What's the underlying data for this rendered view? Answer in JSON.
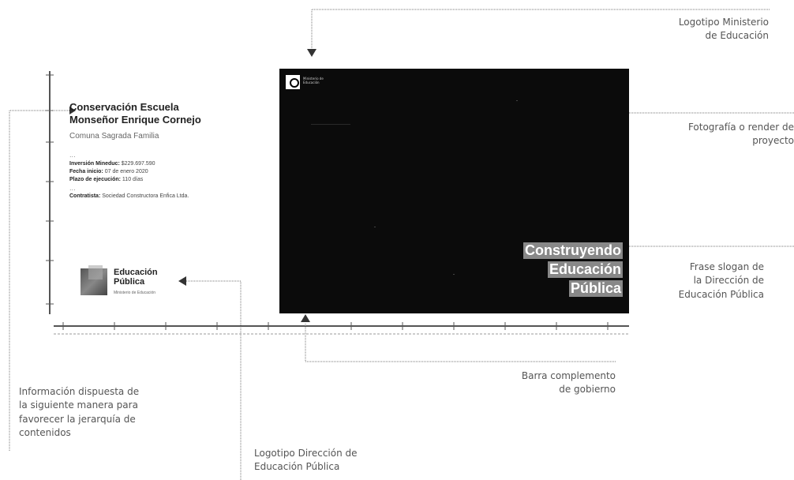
{
  "billboard": {
    "project_title_line1": "Conservación Escuela",
    "project_title_line2": "Monseñor Enrique Cornejo",
    "commune": "Comuna Sagrada Familia",
    "separator": "...",
    "investment_label": "Inversión Mineduc:",
    "investment_value": "$229.697.590",
    "start_label": "Fecha inicio:",
    "start_value": "07 de enero 2020",
    "term_label": "Plazo de ejecución:",
    "term_value": "110 días",
    "contractor_label": "Contratista:",
    "contractor_value": "Sociedad Constructora Enfica Ltda.",
    "logo_line1": "Educación",
    "logo_line2": "Pública",
    "logo_caption": "Ministerio de Educación",
    "gov_line1": "Ministerio de",
    "gov_line2": "Educación",
    "slogan_line1": "Construyendo",
    "slogan_line2": "Educación",
    "slogan_line3": "Pública"
  },
  "annotations": {
    "ministry_logo_line1": "Logotipo Ministerio",
    "ministry_logo_line2": "de Educación",
    "photo_line1": "Fotografía o render de",
    "photo_line2": "proyecto",
    "slogan_line1": "Frase slogan de",
    "slogan_line2": "la Dirección de",
    "slogan_line3": "Educación Pública",
    "gov_bar_line1": "Barra complemento",
    "gov_bar_line2": "de gobierno",
    "info_line1": "Información dispuesta de",
    "info_line2": "la siguiente manera para",
    "info_line3": "favorecer la jerarquía de",
    "info_line4": "contenidos",
    "dep_logo_line1": "Logotipo Dirección de",
    "dep_logo_line2": "Educación Pública"
  },
  "colors": {
    "photo_bg": "#0b0b0b",
    "slogan_bg": "#888888",
    "line": "#777777"
  }
}
